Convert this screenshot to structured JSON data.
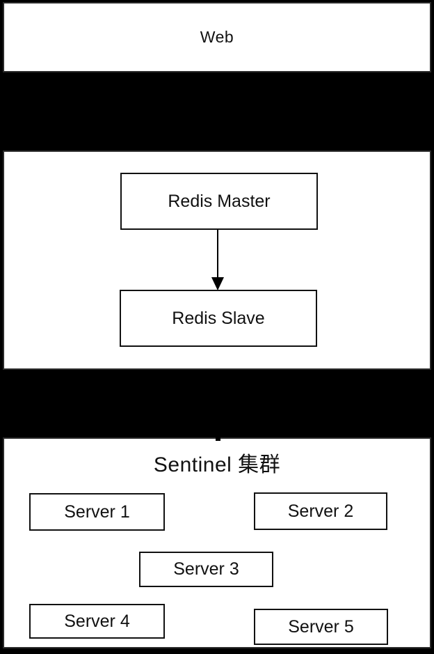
{
  "diagram": {
    "web": {
      "label": "Web"
    },
    "redis": {
      "master": {
        "label": "Redis Master"
      },
      "slave": {
        "label": "Redis Slave"
      },
      "arrow": {
        "from": "Redis Master",
        "to": "Redis Slave",
        "direction": "down"
      }
    },
    "sentinel": {
      "title": "Sentinel 集群",
      "servers": [
        {
          "label": "Server 1"
        },
        {
          "label": "Server 2"
        },
        {
          "label": "Server 3"
        },
        {
          "label": "Server 4"
        },
        {
          "label": "Server 5"
        }
      ]
    },
    "colors": {
      "background": "#000000",
      "panel": "#ffffff",
      "panel_border": "#2b2b2b",
      "box_border": "#111111",
      "text": "#111111"
    }
  }
}
